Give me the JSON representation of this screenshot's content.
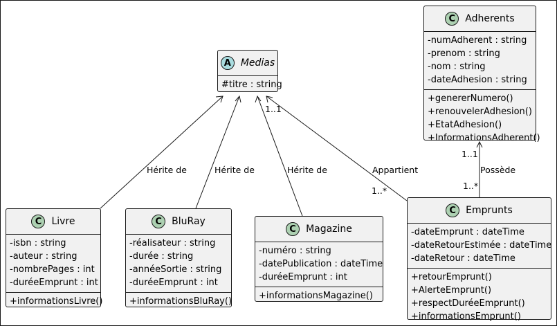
{
  "classes": {
    "medias": {
      "name": "Medias",
      "stereotype": "A",
      "attributes": [
        "#titre : string"
      ],
      "methods": []
    },
    "adherents": {
      "name": "Adherents",
      "stereotype": "C",
      "attributes": [
        "-numAdherent : string",
        "-prenom : string",
        "-nom : string",
        "-dateAdhesion : string"
      ],
      "methods": [
        "+genererNumero()",
        "+renouvelerAdhesion()",
        "+EtatAdhesion()",
        "+InformationsAdherent()"
      ]
    },
    "livre": {
      "name": "Livre",
      "stereotype": "C",
      "attributes": [
        "-isbn : string",
        "-auteur : string",
        "-nombrePages : int",
        "-duréeEmprunt : int"
      ],
      "methods": [
        "+informationsLivre()"
      ]
    },
    "bluray": {
      "name": "BluRay",
      "stereotype": "C",
      "attributes": [
        "-réalisateur : string",
        "-durée : string",
        "-annéeSortie : string",
        "-duréeEmprunt : int"
      ],
      "methods": [
        "+informationsBluRay()"
      ]
    },
    "magazine": {
      "name": "Magazine",
      "stereotype": "C",
      "attributes": [
        "-numéro : string",
        "-datePublication : dateTime",
        "-duréeEmprunt : int"
      ],
      "methods": [
        "+informationsMagazine()"
      ]
    },
    "emprunts": {
      "name": "Emprunts",
      "stereotype": "C",
      "attributes": [
        "-dateEmprunt : dateTime",
        "-dateRetourEstimée : dateTime",
        "-dateRetour : dateTime"
      ],
      "methods": [
        "+retourEmprunt()",
        "+AlerteEmprunt()",
        "+respectDuréeEmprunt()",
        "+informationsEmprunt()"
      ]
    }
  },
  "relations": {
    "livre_medias": "Hérite de",
    "bluray_medias": "Hérite de",
    "magazine_medias": "Hérite de",
    "emprunts_medias": {
      "label": "Appartient",
      "mult_medias": "1..1",
      "mult_emprunts": "1..*"
    },
    "emprunts_adherents": {
      "label": "Possède",
      "mult_adherents": "1..1",
      "mult_emprunts": "1..*"
    }
  }
}
